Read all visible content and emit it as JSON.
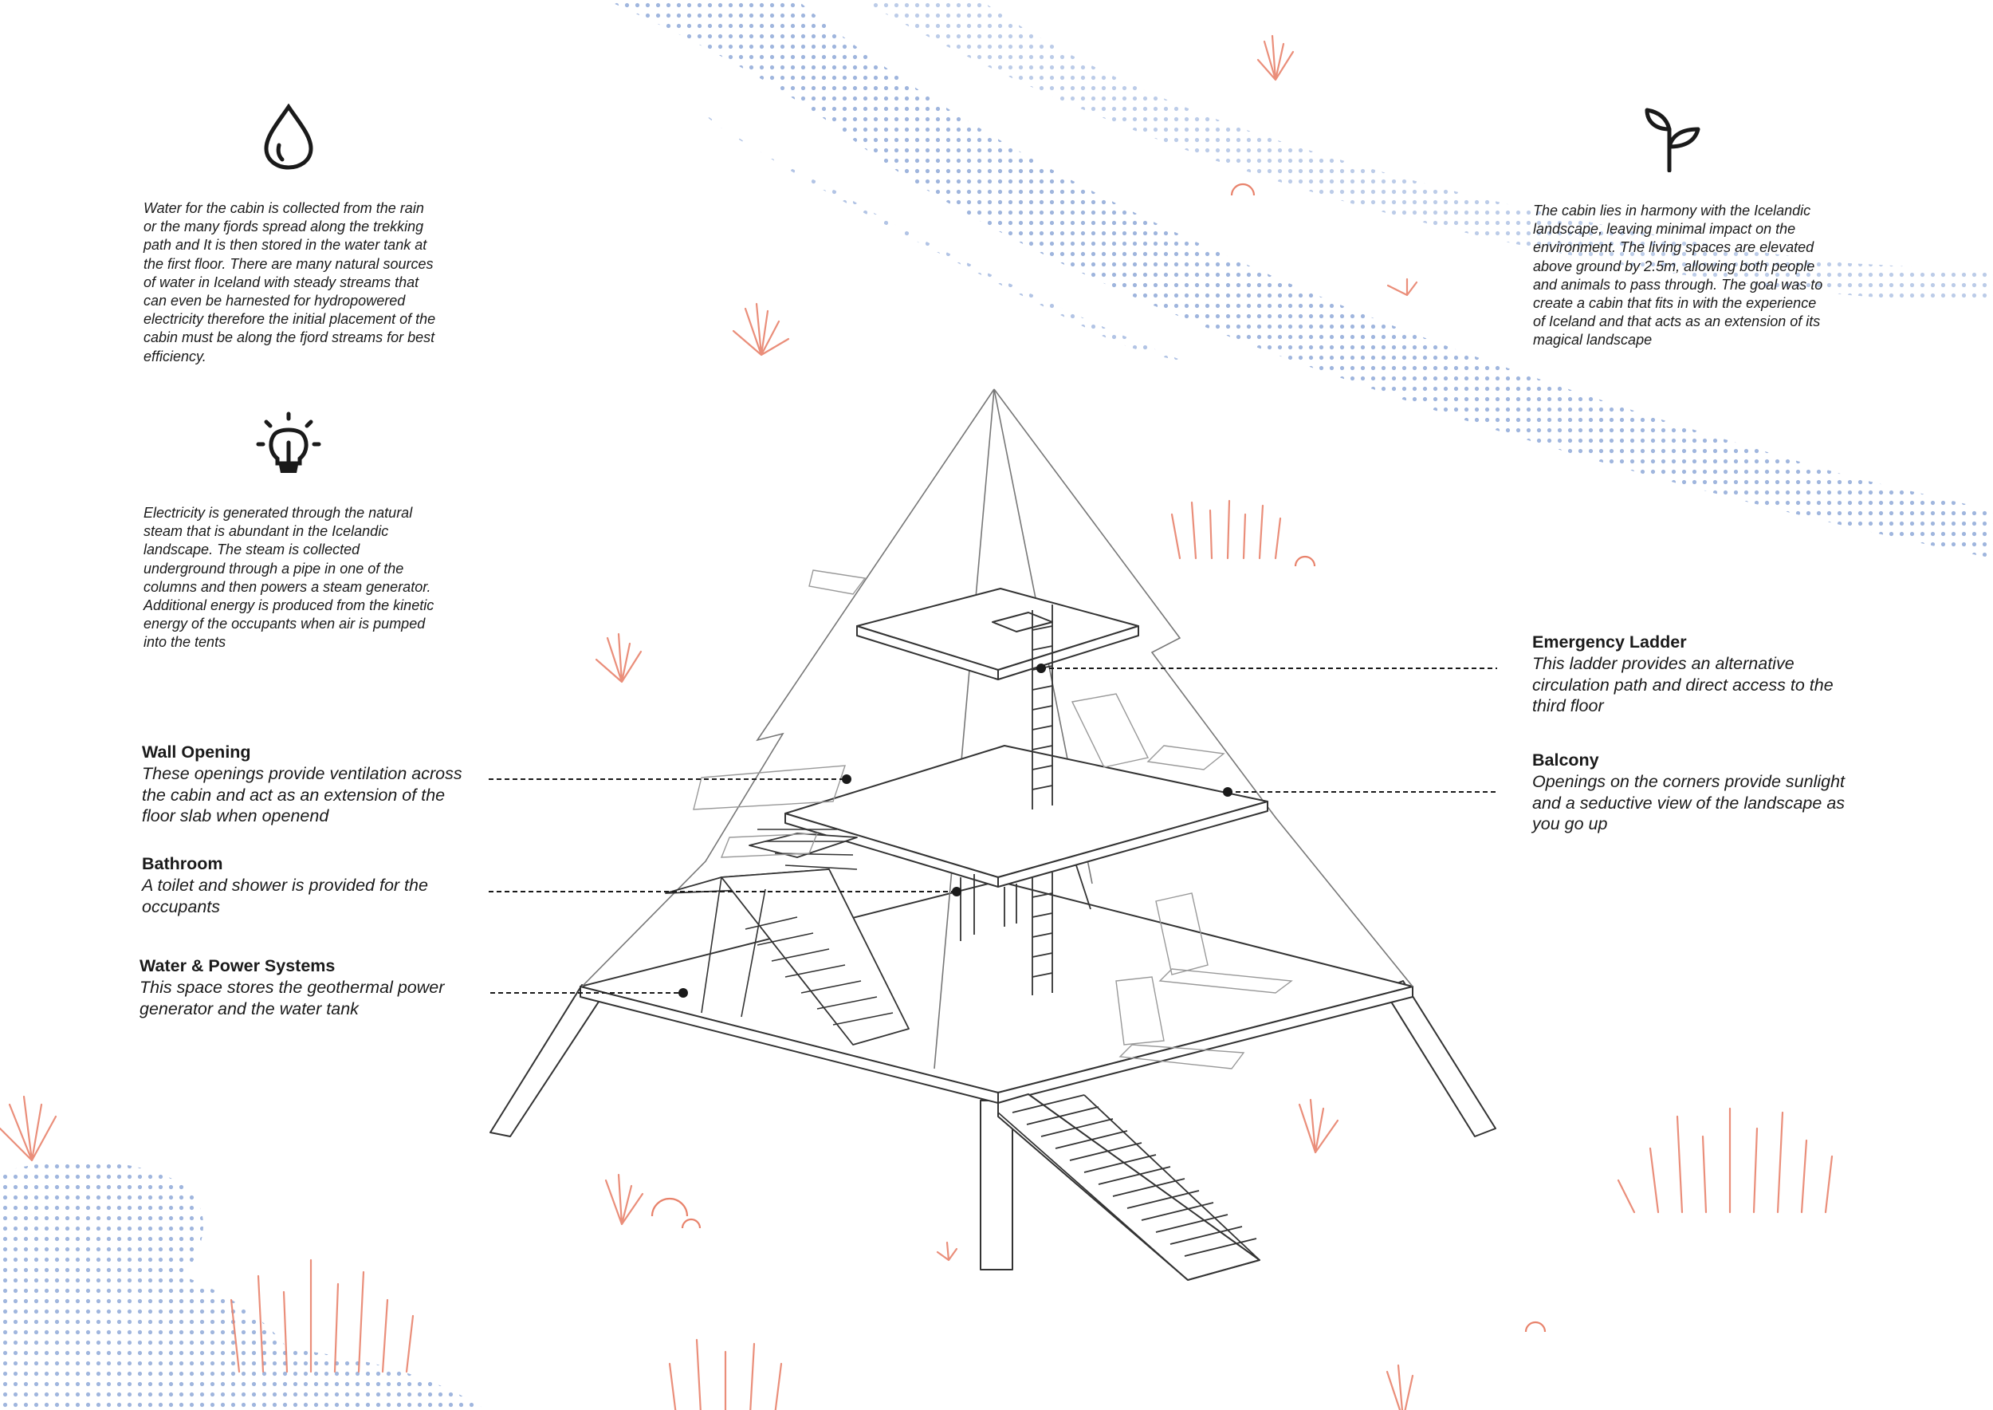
{
  "colors": {
    "ink": "#1a1a1a",
    "line": "#555555",
    "dots": "#8fa9d8",
    "grass": "#e8826b"
  },
  "info": {
    "water": {
      "icon": "water-drop-icon",
      "text": "Water for the cabin is collected from the rain or the many fjords spread along the trekking path and It is then stored in the water tank at the first floor. There are many natural sources of water in Iceland with steady streams that can even be harnested for hydropowered electricity therefore the initial placement of the cabin must be along the fjord streams for best efficiency."
    },
    "electricity": {
      "icon": "lightbulb-icon",
      "text": "Electricity is generated through the natural steam that is abundant in the Icelandic landscape. The steam is collected underground through a pipe in one of the columns and then powers a steam generator. Additional energy is produced from the kinetic energy of the occupants when air is pumped into the tents"
    },
    "landscape": {
      "icon": "sprout-icon",
      "text": "The cabin lies in harmony with the Icelandic landscape, leaving minimal impact on the environment. The living spaces are elevated above ground by 2.5m, allowing both people and animals to pass through. The goal was to create a cabin that fits in with the experience of Iceland and that acts as an extension of its magical landscape"
    }
  },
  "callouts": {
    "wall_opening": {
      "title": "Wall Opening",
      "text": "These openings provide ventilation across the cabin and act as an extension of the floor slab when openend"
    },
    "bathroom": {
      "title": "Bathroom",
      "text": "A toilet and shower is provided for the occupants"
    },
    "water_power": {
      "title": "Water & Power Systems",
      "text": "This space stores the geothermal power generator and the water tank"
    },
    "emergency_ladder": {
      "title": "Emergency Ladder",
      "text": "This ladder provides an alternative circulation path and direct access to the third floor"
    },
    "balcony": {
      "title": "Balcony",
      "text": "Openings on the corners provide sunlight and a seductive view of the landscape as you go up"
    }
  }
}
